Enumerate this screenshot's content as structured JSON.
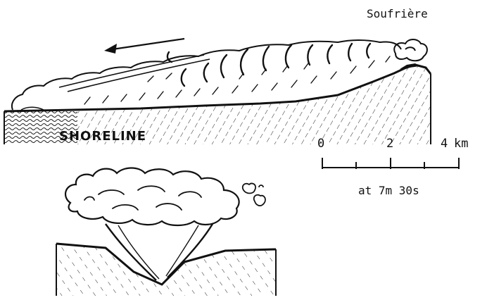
{
  "labels": {
    "volcano": "Soufrière",
    "shoreline": "SHORELINE",
    "time": "at 7m 30s"
  },
  "scale_bar": {
    "ticks": [
      "0",
      "2",
      "4"
    ],
    "unit": "km"
  },
  "colors": {
    "ink": "#111111",
    "paper": "#ffffff"
  }
}
